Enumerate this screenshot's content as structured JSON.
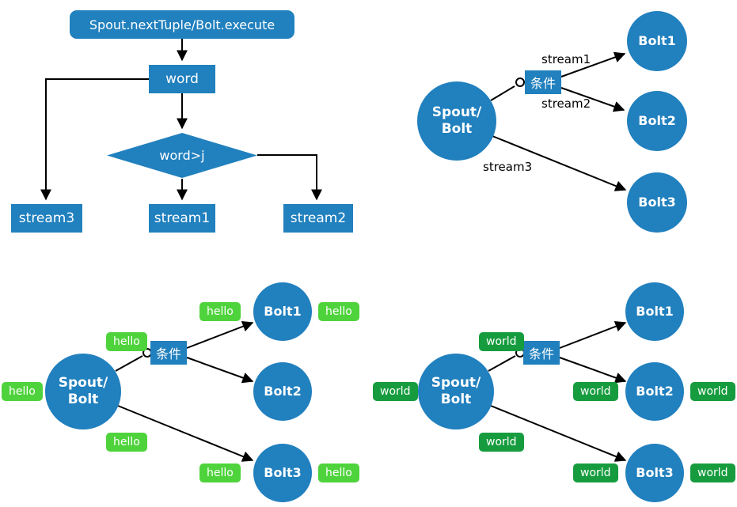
{
  "colors": {
    "shape_blue": "#2180BE",
    "hello_green": "#4FD33C",
    "world_green": "#169C3E",
    "edge_black": "#000000"
  },
  "flowchart": {
    "start": "Spout.nextTuple/Bolt.execute",
    "word_box": "word",
    "decision": "word>j",
    "stream1": "stream1",
    "stream2": "stream2",
    "stream3": "stream3"
  },
  "streams_diagram": {
    "spout": "Spout/\nBolt",
    "condition": "条件",
    "bolt1": "Bolt1",
    "bolt2": "Bolt2",
    "bolt3": "Bolt3",
    "stream1_label": "stream1",
    "stream2_label": "stream2",
    "stream3_label": "stream3"
  },
  "hello_diagram": {
    "spout": "Spout/\nBolt",
    "condition": "条件",
    "bolt1": "Bolt1",
    "bolt2": "Bolt2",
    "bolt3": "Bolt3",
    "badge": "hello"
  },
  "world_diagram": {
    "spout": "Spout/\nBolt",
    "condition": "条件",
    "bolt1": "Bolt1",
    "bolt2": "Bolt2",
    "bolt3": "Bolt3",
    "badge": "world"
  }
}
